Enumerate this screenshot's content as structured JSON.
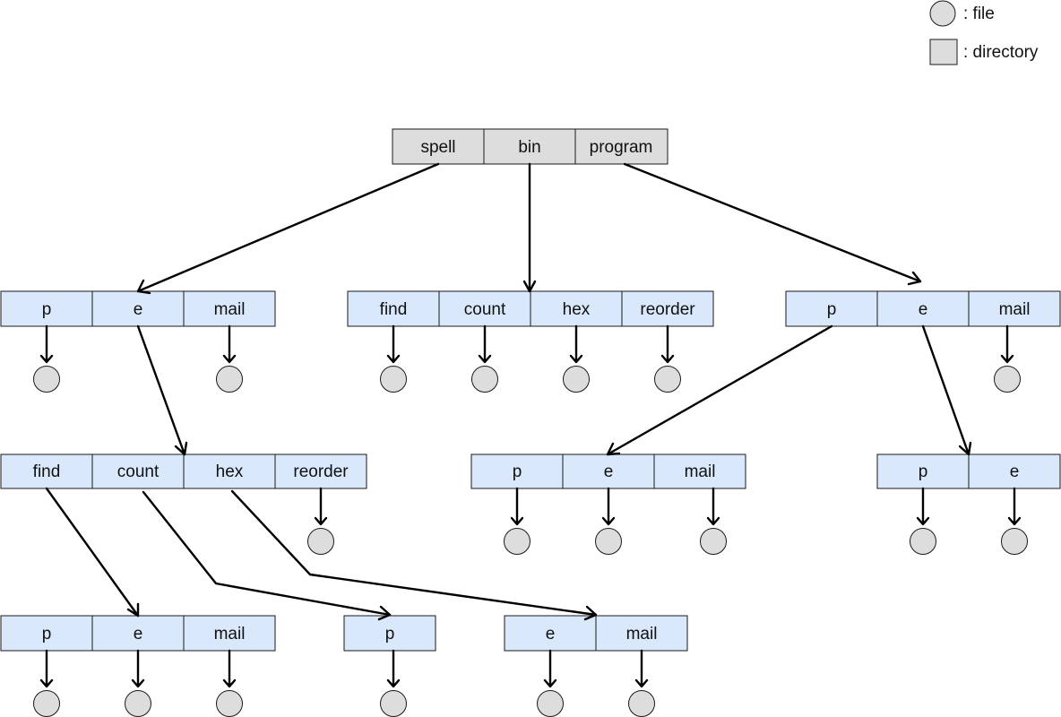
{
  "legend": {
    "file_label": ": file",
    "directory_label": ": directory"
  },
  "root": {
    "entries": [
      "spell",
      "bin",
      "program"
    ]
  },
  "spell_dir": {
    "entries": [
      "p",
      "e",
      "mail"
    ]
  },
  "bin_dir": {
    "entries": [
      "find",
      "count",
      "hex",
      "reorder"
    ]
  },
  "program_dir": {
    "entries": [
      "p",
      "e",
      "mail"
    ]
  },
  "spell_e_dir": {
    "entries": [
      "find",
      "count",
      "hex",
      "reorder"
    ]
  },
  "program_p_dir": {
    "entries": [
      "p",
      "e",
      "mail"
    ]
  },
  "program_e_dir": {
    "entries": [
      "p",
      "e"
    ]
  },
  "find_dir": {
    "entries": [
      "p",
      "e",
      "mail"
    ]
  },
  "count_dir": {
    "entries": [
      "p"
    ]
  },
  "hex_dir": {
    "entries": [
      "e",
      "mail"
    ]
  }
}
